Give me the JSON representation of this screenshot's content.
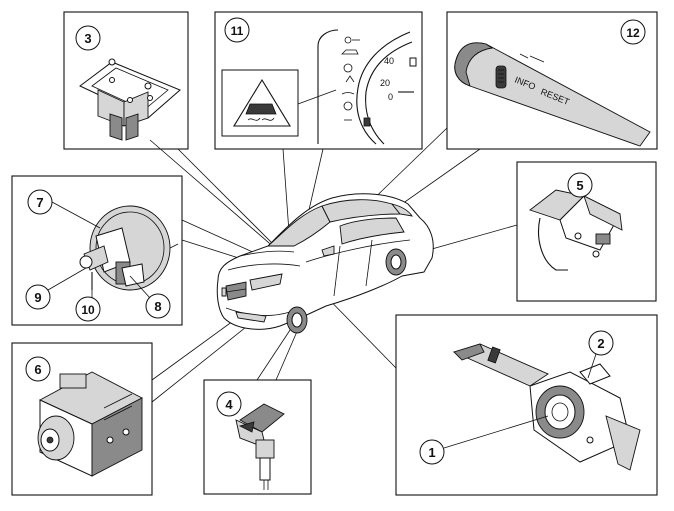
{
  "callouts": [
    {
      "id": "c1",
      "label": "1"
    },
    {
      "id": "c2",
      "label": "2"
    },
    {
      "id": "c3",
      "label": "3"
    },
    {
      "id": "c4",
      "label": "4"
    },
    {
      "id": "c5",
      "label": "5"
    },
    {
      "id": "c6",
      "label": "6"
    },
    {
      "id": "c7",
      "label": "7"
    },
    {
      "id": "c8",
      "label": "8"
    },
    {
      "id": "c9",
      "label": "9"
    },
    {
      "id": "c10",
      "label": "10"
    },
    {
      "id": "c11",
      "label": "11"
    },
    {
      "id": "c12",
      "label": "12"
    }
  ],
  "gauge": {
    "ticks": [
      "40",
      "20",
      "0"
    ]
  },
  "stalk": {
    "buttons": [
      "INFO",
      "RESET"
    ]
  }
}
